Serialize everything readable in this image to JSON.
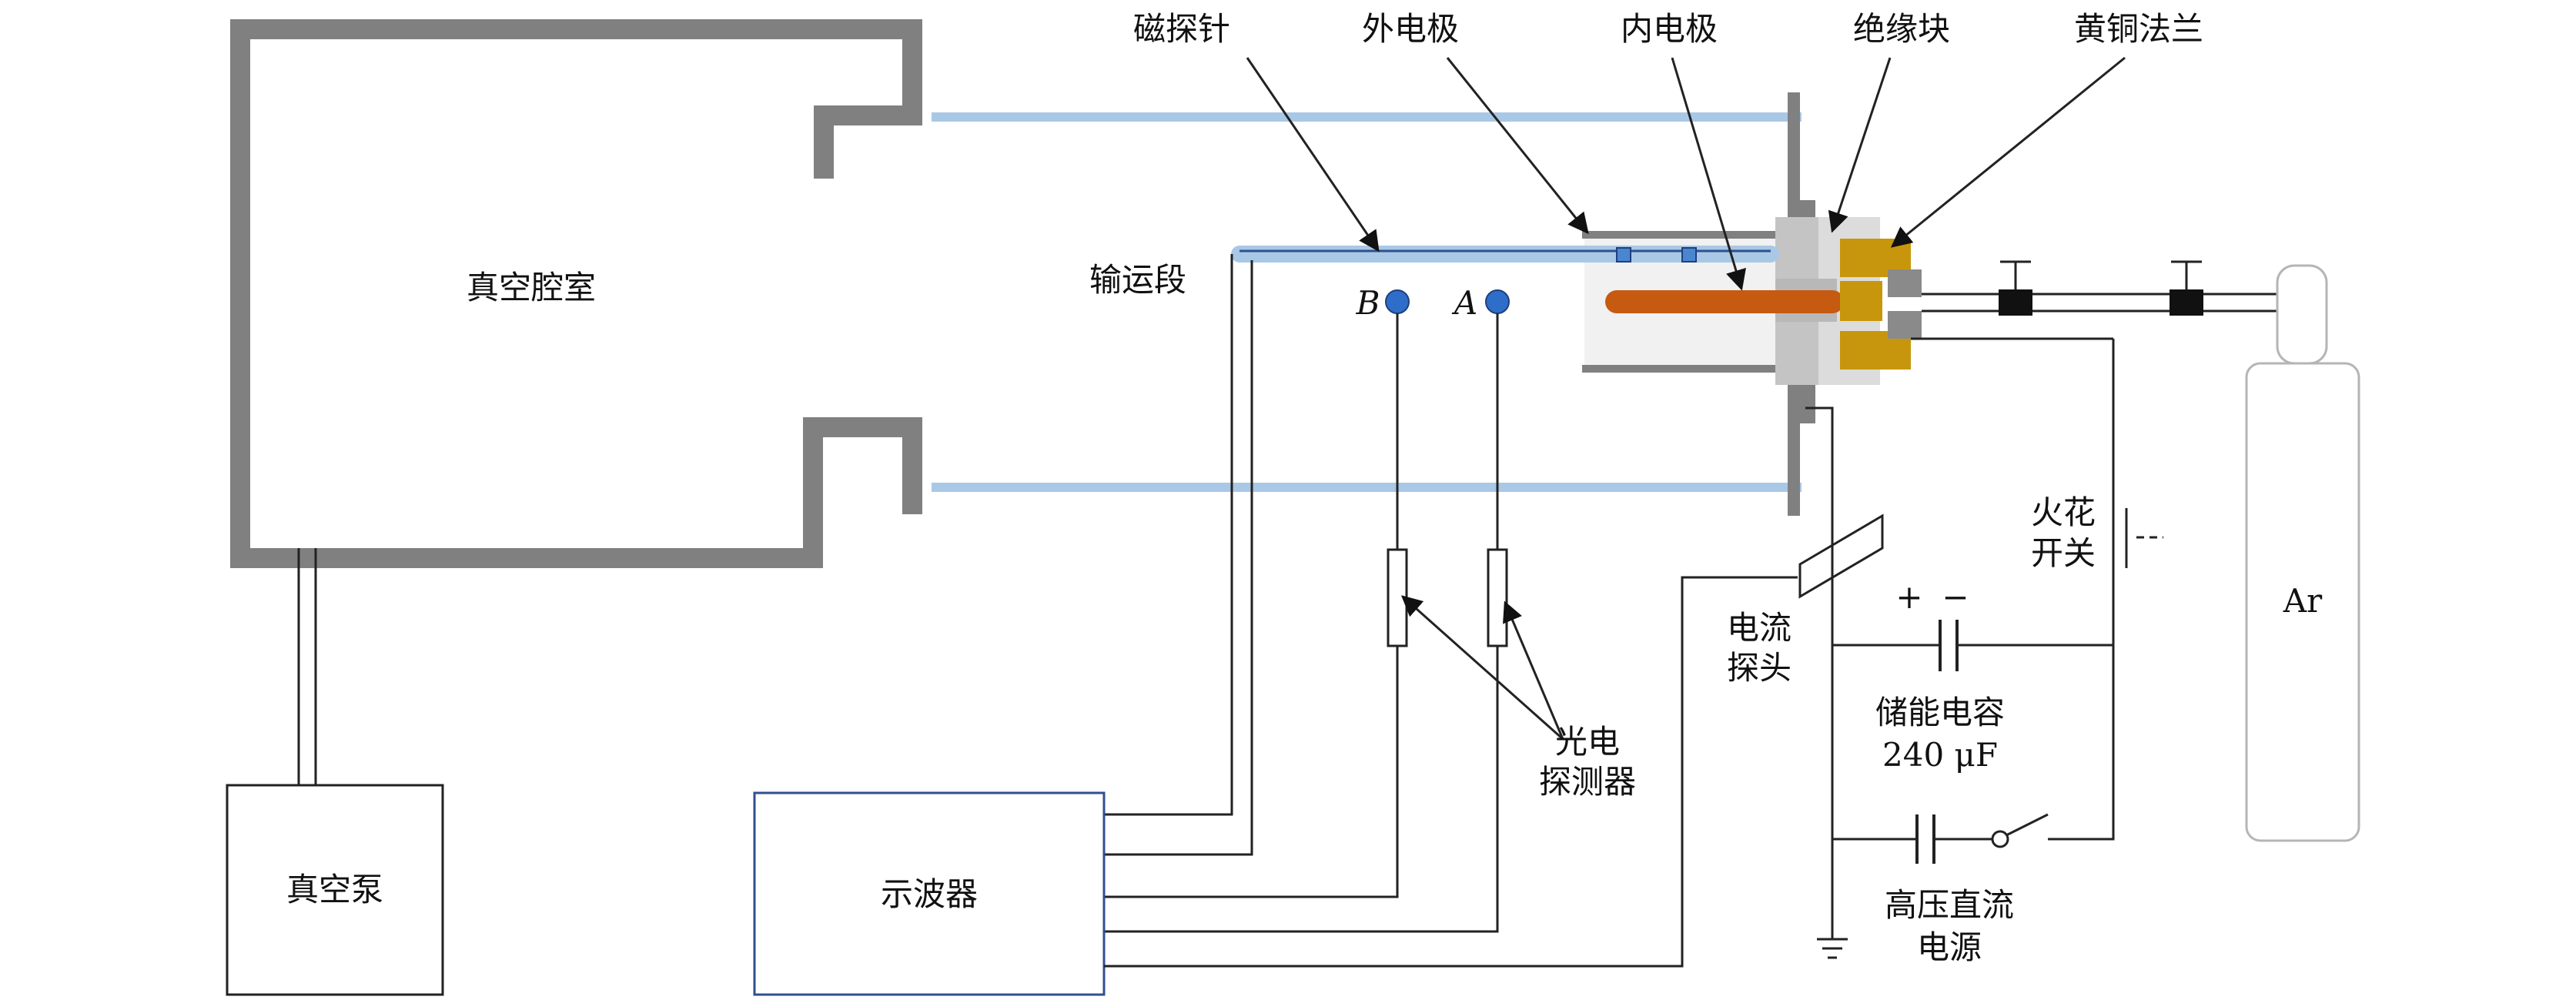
{
  "labels": {
    "vacuum_chamber": "真空腔室",
    "vacuum_pump": "真空泵",
    "oscilloscope": "示波器",
    "transport_section": "输运段",
    "magnetic_probe": "磁探针",
    "outer_electrode": "外电极",
    "inner_electrode": "内电极",
    "insulator_block": "绝缘块",
    "brass_flange": "黄铜法兰",
    "probe_b": "B",
    "probe_a": "A",
    "photo_detector_line1": "光电",
    "photo_detector_line2": "探测器",
    "spark_switch_line1": "火花",
    "spark_switch_line2": "开关",
    "current_probe_line1": "电流",
    "current_probe_line2": "探头",
    "capacitor_line1": "储能电容",
    "capacitor_line2": "240 μF",
    "hv_supply_line1": "高压直流",
    "hv_supply_line2": "电源",
    "plus": "+",
    "minus": "−",
    "argon": "Ar"
  },
  "colors": {
    "chamber_wall": "#808080",
    "tube_wall": "#a9c8e6",
    "inner_electrode": "#c65a11",
    "brass": "#c8960c",
    "insulator": "#c8c8c8",
    "probe_dot": "#2e6ec8",
    "oscilloscope_border": "#2f4f8f",
    "argon_cylinder": "#b5b5b5"
  }
}
